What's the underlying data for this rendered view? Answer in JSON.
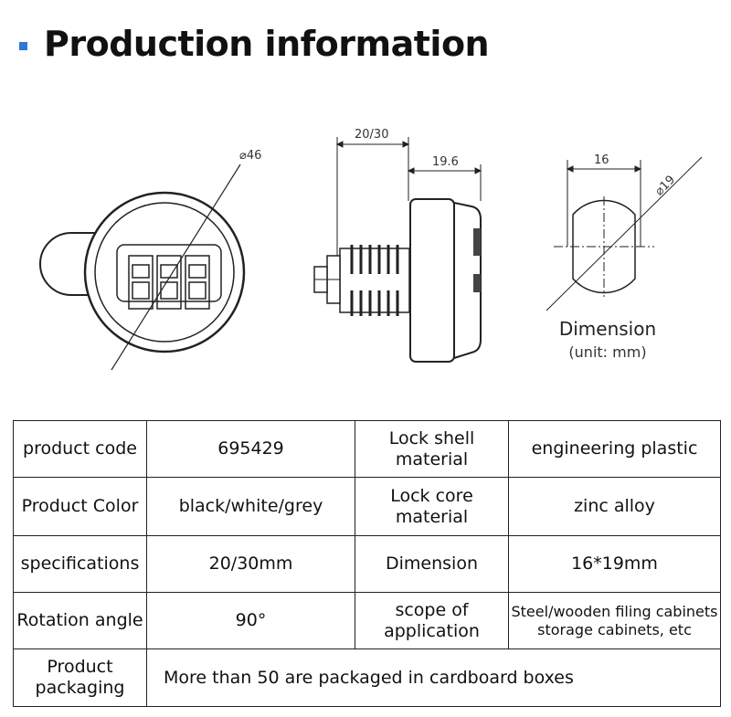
{
  "header": {
    "title": "Production information"
  },
  "drawing": {
    "front_diameter": "⌀46",
    "side_width": "20/30",
    "side_depth": "19.6",
    "cam_width": "16",
    "cam_diameter": "⌀19",
    "caption": "Dimension",
    "unit": "(unit:  mm)"
  },
  "specs": {
    "rows": [
      {
        "label1": "product code",
        "value1": "695429",
        "label2": "Lock shell material",
        "value2": "engineering plastic"
      },
      {
        "label1": "Product Color",
        "value1": "black/white/grey",
        "label2": "Lock core material",
        "value2": "zinc alloy"
      },
      {
        "label1": "specifications",
        "value1": "20/30mm",
        "label2": "Dimension",
        "value2": "16*19mm"
      },
      {
        "label1": "Rotation angle",
        "value1": "90°",
        "label2": "scope of application",
        "value2": "Steel/wooden filing cabinets storage cabinets, etc"
      }
    ],
    "packaging_label": "Product packaging",
    "packaging_value": "More than 50 are packaged in cardboard boxes"
  }
}
